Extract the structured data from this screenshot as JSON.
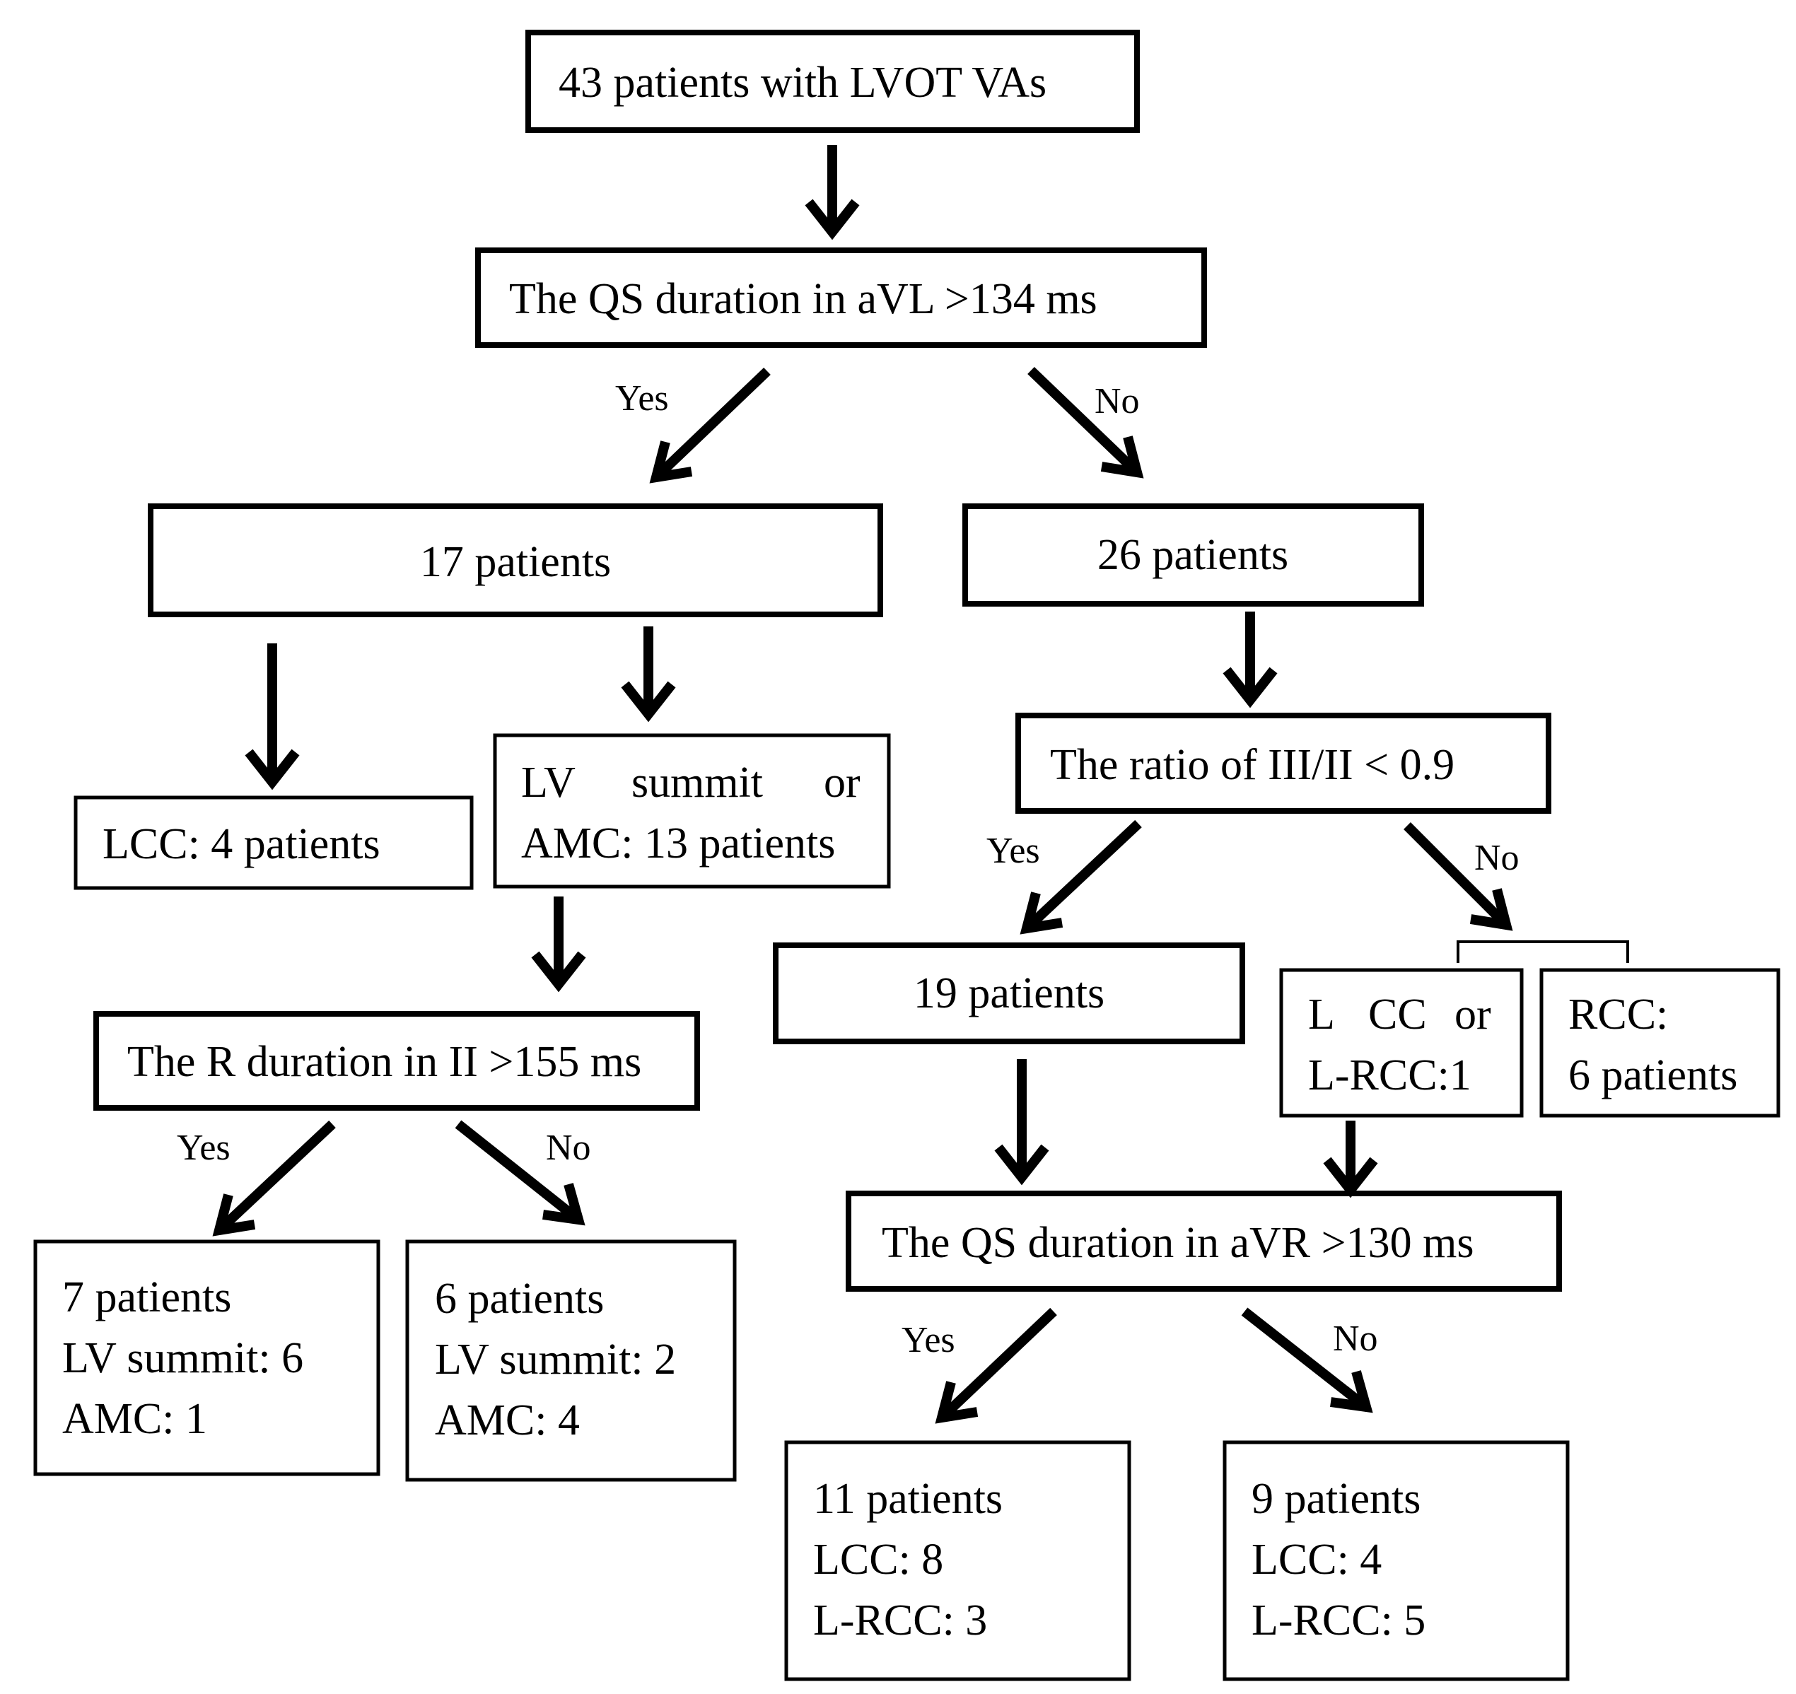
{
  "nodes": {
    "root": "43 patients with LVOT VAs",
    "q1": "The QS duration in aVL >134 ms",
    "n17": "17 patients",
    "n26": "26 patients",
    "lcc4": "LCC: 4 patients",
    "lvsummit": [
      "LV",
      "summit",
      "or",
      "AMC: 13 patients"
    ],
    "q2": "The R duration in II >155 ms",
    "r7": [
      "7 patients",
      "LV summit: 6",
      "AMC: 1"
    ],
    "r6": [
      "6 patients",
      "LV summit: 2",
      "AMC: 4"
    ],
    "q3": "The ratio of III/II < 0.9",
    "n19": "19 patients",
    "lcc_lrcc": [
      "L",
      "CC",
      "or",
      "L-RCC:1"
    ],
    "rcc6": [
      "RCC:",
      "6 patients"
    ],
    "q4": "The QS duration in aVR >130 ms",
    "r11": [
      "11 patients",
      "LCC: 8",
      "L-RCC: 3"
    ],
    "r9": [
      "9 patients",
      "LCC: 4",
      "L-RCC: 5"
    ]
  },
  "edge_labels": {
    "q1_yes": "Yes",
    "q1_no": "No",
    "q2_yes": "Yes",
    "q2_no": "No",
    "q3_yes": "Yes",
    "q3_no": "No",
    "q4_yes": "Yes",
    "q4_no": "No"
  }
}
